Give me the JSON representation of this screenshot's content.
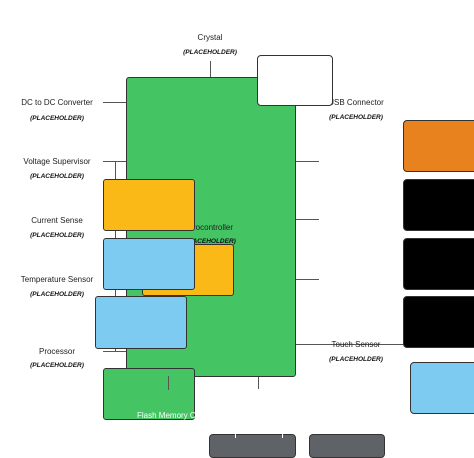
{
  "colors": {
    "board": "#44c463",
    "orange": "#e8821f",
    "yellow": "#fbb918",
    "light_blue": "#7ecbf2",
    "black": "#000000",
    "gray": "#5f6368",
    "white": "#ffffff"
  },
  "diagram": {
    "placeholder": "(PLACEHOLDER)",
    "labels": {
      "crystal": "Crystal",
      "dc_dc": "DC to DC Converter",
      "usb": "USB Connector",
      "voltage_supervisor": "Voltage Supervisor",
      "current_sense": "Current Sense",
      "microcontroller": "rocontroller",
      "temperature_sensor": "Temperature Sensor",
      "processor": "Processor",
      "touch_sensor": "Touch Sensor",
      "flash_memory": "Flash Memory Car"
    }
  }
}
